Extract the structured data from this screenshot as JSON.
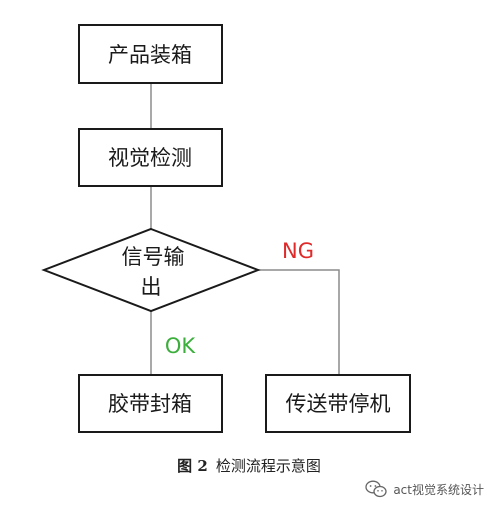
{
  "nodes": {
    "packing": "产品装箱",
    "vision": "视觉检测",
    "decision_line1": "信号输",
    "decision_line2": "出",
    "sealing": "胶带封箱",
    "stop": "传送带停机"
  },
  "edges": {
    "ok_label": "OK",
    "ng_label": "NG"
  },
  "caption": {
    "figure_number": "图 2",
    "title": "检测流程示意图"
  },
  "watermark": {
    "text": "act视觉系统设计",
    "icon": "wechat-icon"
  },
  "colors": {
    "line": "#8c8c8c",
    "box_border": "#1a1a1a",
    "ok": "#3cae3c",
    "ng": "#e02a2a"
  }
}
